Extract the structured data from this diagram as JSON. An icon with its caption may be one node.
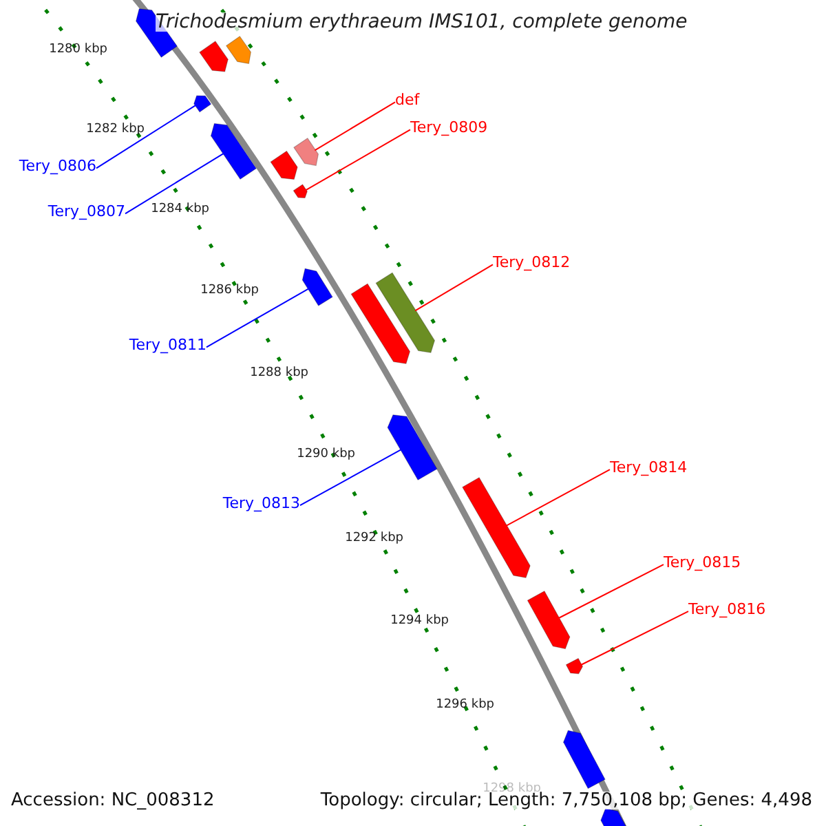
{
  "diagram": {
    "title": "Trichodesmium erythraeum IMS101, complete genome",
    "nodes": [
      {
        "text": [],
        "shape": "box"
      },
      {
        "text": [],
        "shape": "box"
      },
      {
        "text": [],
        "shape": "box"
      },
      {
        "text": [],
        "shape": "box"
      },
      {
        "text": [
          "def"
        ]
      },
      {
        "text": [
          "Tery_0809"
        ]
      },
      {
        "text": [],
        "shape": "box"
      },
      {
        "text": [],
        "shape": "box"
      },
      {
        "text": [],
        "shape": "box"
      },
      {
        "text": [
          "Tery_0806"
        ]
      },
      {
        "text": [
          "Tery_0807"
        ]
      },
      {
        "text": [],
        "shape": "box"
      },
      {
        "text": [
          "Tery_0812"
        ]
      },
      {
        "text": [],
        "shape": "box"
      },
      {
        "text": [],
        "shape": "box"
      },
      {
        "text": [],
        "shape": "box"
      },
      {
        "text": [
          "Tery_0811"
        ]
      },
      {
        "text": [],
        "shape": "box"
      },
      {
        "text": [
          "Tery_0814"
        ]
      },
      {
        "text": [
          "Tery_0813"
        ]
      },
      {
        "text": [],
        "shape": "box"
      },
      {
        "text": [
          "Tery_0815"
        ]
      },
      {
        "text": [],
        "shape": "box"
      },
      {
        "text": [
          "Tery_0816"
        ]
      },
      {
        "text": [],
        "shape": "box"
      },
      {
        "text": [],
        "shape": "box"
      },
      {
        "text": [],
        "shape": "box"
      }
    ],
    "edges": [
      {
        "from": 4,
        "to": 7,
        "arrow": "none"
      },
      {
        "from": 5,
        "to": 11,
        "arrow": "none"
      },
      {
        "from": 9,
        "to": 3,
        "arrow": "none",
        "color": "#0000ff"
      },
      {
        "from": 10,
        "to": 6,
        "arrow": "none",
        "color": "#0000ff"
      },
      {
        "from": 12,
        "to": 15,
        "arrow": "none"
      },
      {
        "from": 16,
        "to": 13,
        "arrow": "none",
        "color": "#0000ff"
      },
      {
        "from": 18,
        "to": 20,
        "arrow": "none"
      },
      {
        "from": 19,
        "to": 17,
        "arrow": "none",
        "color": "#0000ff"
      },
      {
        "from": 21,
        "to": 22,
        "arrow": "none"
      },
      {
        "from": 23,
        "to": 24,
        "arrow": "none"
      }
    ],
    "labels": [
      "1280 kbp",
      "1282 kbp",
      "1284 kbp",
      "1286 kbp",
      "1288 kbp",
      "1290 kbp",
      "1292 kbp",
      "1294 kbp",
      "1296 kbp",
      "1298 kbp",
      "Accession: NC_008312",
      "Topology: circular; Length: 7,750,108 bp; Genes: 4,498"
    ]
  }
}
